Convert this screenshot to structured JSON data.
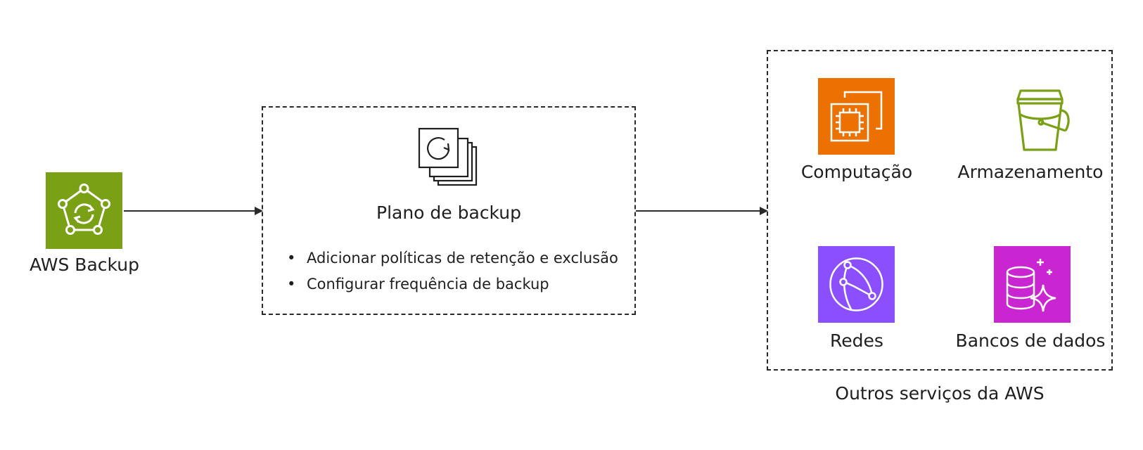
{
  "source": {
    "label": "AWS Backup",
    "icon": "aws-backup-icon",
    "color": "#7aa116"
  },
  "plan": {
    "title": "Plano de backup",
    "icon": "backup-plan-icon",
    "bullet_glyph": "•",
    "items": [
      {
        "text": "Adicionar políticas de retenção e exclusão"
      },
      {
        "text": "Configurar frequência de backup"
      }
    ]
  },
  "services": {
    "caption": "Outros serviços da AWS",
    "items": [
      {
        "label": "Computação",
        "icon": "compute-chip-icon",
        "color": "#ed7100"
      },
      {
        "label": "Armazenamento",
        "icon": "storage-bucket-icon",
        "color": "#7aa116"
      },
      {
        "label": "Redes",
        "icon": "networking-globe-icon",
        "color": "#8c4fff"
      },
      {
        "label": "Bancos de dados",
        "icon": "database-icon",
        "color": "#c925d1"
      }
    ]
  }
}
